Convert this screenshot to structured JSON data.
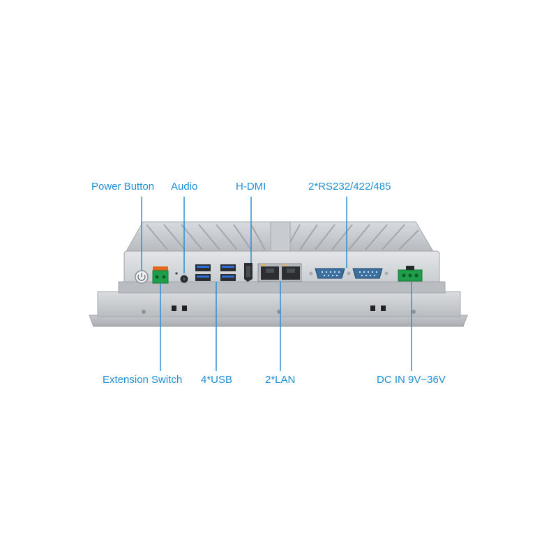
{
  "labels": {
    "power_button": "Power Button",
    "audio": "Audio",
    "hdmi": "H-DMI",
    "serial": "2*RS232/422/485",
    "extension_switch": "Extension Switch",
    "usb": "4*USB",
    "lan": "2*LAN",
    "dc_in": "DC IN 9V~36V"
  },
  "colors": {
    "label_text": "#1d8fd6",
    "callout_line": "#2a8fd4",
    "chassis": "#c9ccd0",
    "usb_blue": "#2f6fd8",
    "terminal_green": "#1e9e4a"
  }
}
